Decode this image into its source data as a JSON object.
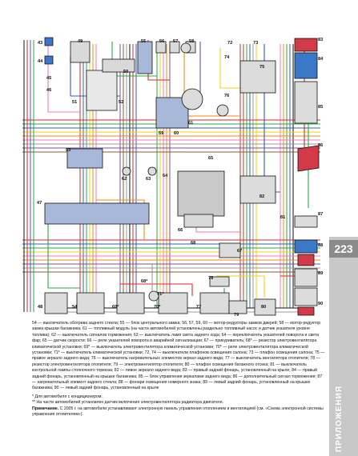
{
  "page": {
    "number": "223",
    "section": "ПРИЛОЖЕНИЯ"
  },
  "component_labels": [
    "43",
    "44",
    "45",
    "46",
    "47",
    "48",
    "49",
    "50",
    "51",
    "52",
    "53",
    "54",
    "55",
    "56",
    "57",
    "58",
    "59",
    "60",
    "61",
    "62",
    "63",
    "64",
    "65",
    "66",
    "67",
    "68",
    "68*",
    "69*",
    "70*",
    "71*",
    "72",
    "73",
    "74",
    "75",
    "76",
    "77",
    "78",
    "79",
    "80",
    "81",
    "82",
    "83",
    "84",
    "85",
    "86",
    "87",
    "88",
    "89",
    "90"
  ],
  "legend_text": "54 — выключатель обогрева заднего стекла; 55 — блок центрального замка; 56, 57, 59, 60 — мотор-редукторы замков дверей; 58 — мотор-редуктор замка крышки багажника; 61 — топливный модуль (на части автомобилей установлены раздельно топливный насос и датчик указателя уровня топлива); 62 — выключатель сигналов торможения; 63 — выключатель ламп света заднего хода; 64 — переключатель указателей поворота и света фар; 65 — датчик скорости; 66 — реле указателей поворота и аварийной сигнализации; 67 — прикуриватель; 68* — резистор электровентилятора климатической установки; 69* — выключатель электровентилятора климатической установки; 70* — реле электровентилятора климатической установки; 71* — выключатель климатической установки; 72, 74 — выключатели плафонов освещения салона; 73 — плафон освещения салона; 75 — правое зеркало заднего вида; 76 — выключатель нагревательных элементов зеркал заднего вида; 77 — выключатель вентилятора отопителя; 78 — резистор электровентилятора отопителя; 79 — электровентилятор отопителя; 80 — плафон освещения багажного отсека; 81 — выключатель контрольной лампы стояночного тормоза; 82 — левое зеркало заднего вида; 83 — правый задний фонарь, установленный на крыле; 84 — правый задний фонарь, установленный на крышке багажника; 85 — блок управления зеркалами заднего вида; 86 — дополнительный сигнал торможения; 87 — нагревательный элемент заднего стекла; 88 — фонари освещения номерного знака; 89 — левый задний фонарь, установленный на крышке багажника; 90 — левый задний фонарь, установленный на крыле",
  "notes": {
    "footnote_1": "* Для автомобиля с кондиционером.",
    "footnote_2": "** На части автомобилей установлен датчик включения электровентилятора радиатора двигателя.",
    "remark_label": "Примечание.",
    "remark_text": " С 2005 г. на автомобили устанавливают электронную панель управления отоплением и вентиляцией (см. «Схема электронной системы управления отопителем»)."
  },
  "colors": {
    "red": "#e0262a",
    "blue": "#2f5fb3",
    "green": "#27a844",
    "yellow": "#f2d21a",
    "orange": "#f08a1c",
    "pink": "#f07ab8",
    "violet": "#7a4fa3",
    "brown": "#8a5a2b",
    "gray": "#9a9a9a",
    "black": "#111111",
    "cyan": "#34b7d9",
    "light_pink": "#f6b3cf",
    "component_fill": "#d9d9d9",
    "connector_fill": "#a8b8d8",
    "lamp_blue": "#3a78c8",
    "lamp_red": "#d23a4a",
    "sidebar": "#c8c8c8"
  }
}
